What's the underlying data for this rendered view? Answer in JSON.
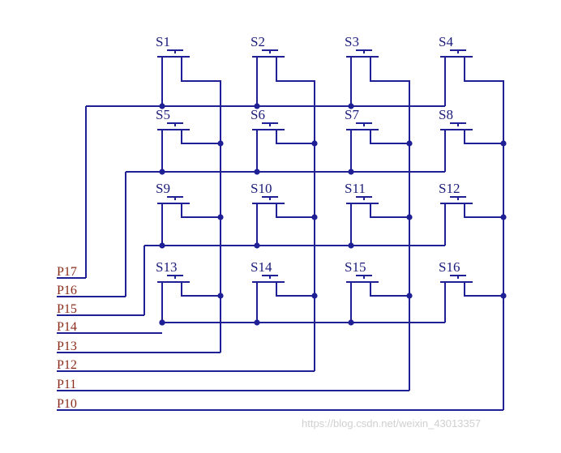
{
  "switches": [
    {
      "label": "S1"
    },
    {
      "label": "S2"
    },
    {
      "label": "S3"
    },
    {
      "label": "S4"
    },
    {
      "label": "S5"
    },
    {
      "label": "S6"
    },
    {
      "label": "S7"
    },
    {
      "label": "S8"
    },
    {
      "label": "S9"
    },
    {
      "label": "S10"
    },
    {
      "label": "S11"
    },
    {
      "label": "S12"
    },
    {
      "label": "S13"
    },
    {
      "label": "S14"
    },
    {
      "label": "S15"
    },
    {
      "label": "S16"
    }
  ],
  "ports": [
    "P17",
    "P16",
    "P15",
    "P14",
    "P13",
    "P12",
    "P11",
    "P10"
  ],
  "watermark": "https://blog.csdn.net/weixin_43013357",
  "colors": {
    "wire": "#1f1f96",
    "port_label": "#8b2a18",
    "switch_label": "#1a1a7a"
  }
}
